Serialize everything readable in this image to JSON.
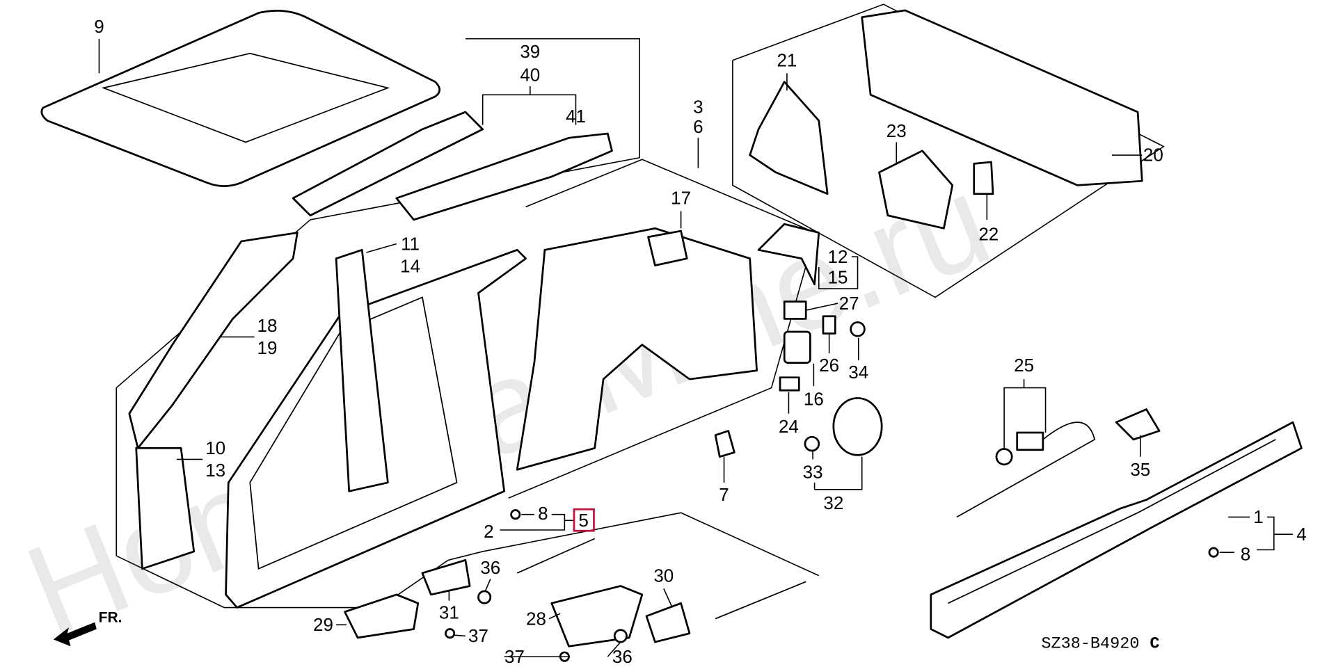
{
  "diagram": {
    "watermark": "HondaCarMine.ru",
    "drawing_code": "SZ38-B4920",
    "revision": "C",
    "front_arrow_label": "FR.",
    "highlight_color": "#c0143c",
    "highlighted_part": "5",
    "callouts": [
      "9",
      "39",
      "40",
      "41",
      "3",
      "6",
      "21",
      "23",
      "22",
      "20",
      "17",
      "11",
      "14",
      "12",
      "15",
      "27",
      "26",
      "34",
      "16",
      "24",
      "18",
      "19",
      "10",
      "13",
      "25",
      "35",
      "7",
      "33",
      "32",
      "8",
      "5",
      "2",
      "1",
      "4",
      "8",
      "36",
      "30",
      "31",
      "29",
      "28",
      "37",
      "37",
      "36"
    ]
  }
}
